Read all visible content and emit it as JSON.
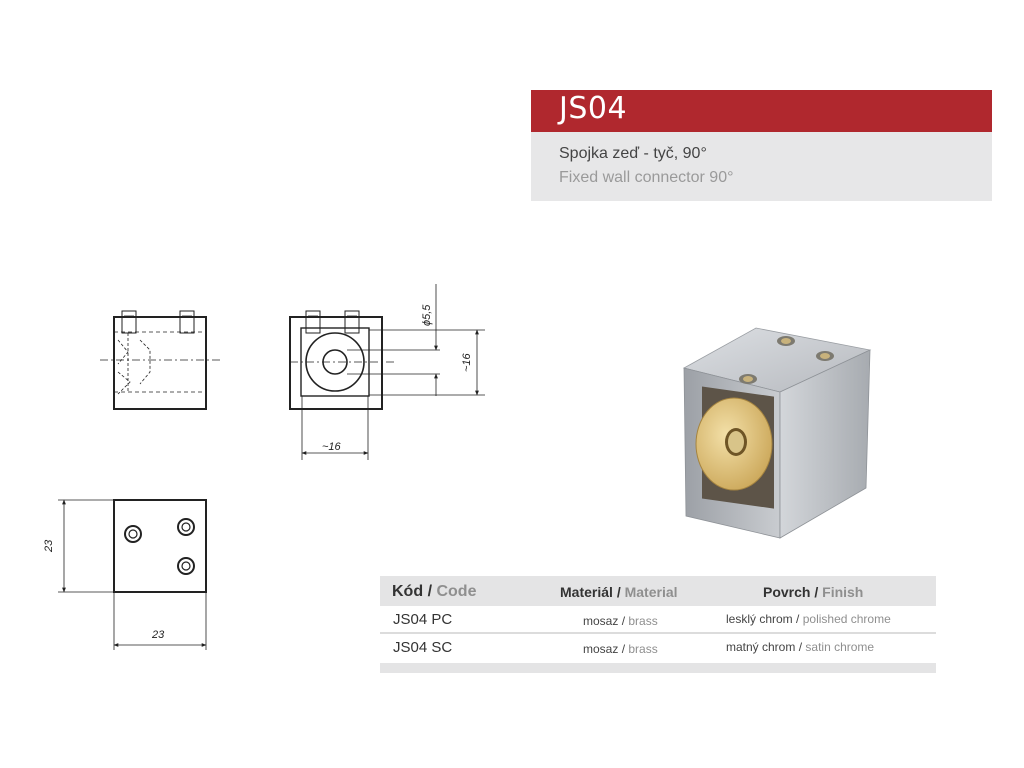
{
  "product": {
    "code": "JS04",
    "name_cz": "Spojka zeď - tyč, 90°",
    "name_en": "Fixed wall connector 90°"
  },
  "drawing": {
    "dim_hole": "ϕ5,5",
    "dim_height": "~16",
    "dim_width": "~16",
    "dim_side_h": "23",
    "dim_side_w": "23"
  },
  "table": {
    "headers": {
      "code_cz": "Kód",
      "code_en": "Code",
      "material_cz": "Materiál",
      "material_en": "Material",
      "finish_cz": "Povrch",
      "finish_en": "Finish"
    },
    "separator": "/",
    "rows": [
      {
        "code": "JS04 PC",
        "material_cz": "mosaz",
        "material_en": "brass",
        "finish_cz": "lesklý chrom",
        "finish_en": "polished chrome"
      },
      {
        "code": "JS04 SC",
        "material_cz": "mosaz",
        "material_en": "brass",
        "finish_cz": "matný chrom",
        "finish_en": "satin chrome"
      }
    ]
  },
  "colors": {
    "brand_red": "#b0282e",
    "panel_grey": "#e7e7e8",
    "brass": "#d9b86a",
    "chrome": "#b9bcc1"
  }
}
